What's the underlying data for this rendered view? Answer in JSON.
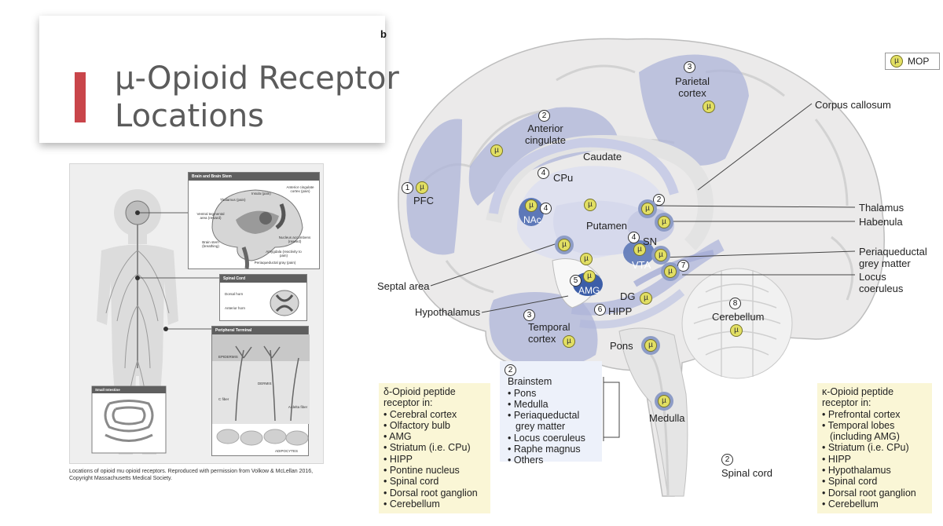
{
  "slide": {
    "title": "µ-Opioid Receptor Locations"
  },
  "left_figure": {
    "caption": "Locations of opioid mu opioid receptors. Reproduced with permission from Volkow & McLellan 2016, Copyright Massachusetts Medical Society.",
    "panels": {
      "brain": {
        "title": "Brain and Brain Stem",
        "labels": [
          "Thalamus (pain)",
          "Insula (pain)",
          "Anterior cingulate cortex (pain)",
          "Ventral tegmental area (reward)",
          "Nucleus accumbens (reward)",
          "Brain stem (breathing)",
          "Amygdala (reactivity to pain)",
          "Periaqueductal gray (pain)"
        ]
      },
      "spinal": {
        "title": "Spinal Cord",
        "labels": [
          "Dorsal horn",
          "Anterior horn"
        ]
      },
      "peripheral": {
        "title": "Peripheral Terminal",
        "labels": [
          "EPIDERMIS",
          "DERMIS",
          "C fiber",
          "A-delta fiber",
          "ADIPOCYTES"
        ]
      },
      "intestine": {
        "title": "Small Intestine"
      }
    }
  },
  "diagram": {
    "panel_label": "b",
    "legend": {
      "symbol": "µ",
      "label": "MOP"
    },
    "mu_symbol": "µ",
    "regions": {
      "parietal": "Parietal cortex",
      "anterior_cingulate": "Anterior cingulate",
      "caudate": "Caudate",
      "cpu": "CPu",
      "pfc": "PFC",
      "nac": "NAc",
      "putamen": "Putamen",
      "sn": "SN",
      "vta": "VTA",
      "amg": "AMG",
      "dg": "DG",
      "hipp": "HIPP",
      "temporal": "Temporal cortex",
      "cerebellum": "Cerebellum",
      "pons": "Pons",
      "medulla": "Medulla",
      "spinal_cord": "Spinal cord"
    },
    "callouts": {
      "corpus_callosum": "Corpus callosum",
      "thalamus": "Thalamus",
      "habenula": "Habenula",
      "periaqueductal": "Periaqueductal grey matter",
      "locus": "Locus coeruleus",
      "septal": "Septal area",
      "hypothalamus": "Hypothalamus"
    },
    "numbers": {
      "pfc": "1",
      "anterior_cingulate": "2",
      "parietal": "3",
      "cpu": "4",
      "nac": "4",
      "sn": "4",
      "thalamus": "2",
      "amg": "5",
      "hipp": "6",
      "locus": "7",
      "temporal": "3",
      "cerebellum": "8",
      "brainstem": "2",
      "spinal_cord": "2"
    },
    "brainstem_box": {
      "title": "Brainstem",
      "items": [
        "• Pons",
        "• Medulla",
        "• Periaqueductal",
        "grey matter",
        "• Locus coeruleus",
        "• Raphe magnus",
        "• Others"
      ]
    },
    "delta_box": {
      "title_lines": [
        "δ-Opioid peptide",
        "receptor in:"
      ],
      "items": [
        "• Cerebral cortex",
        "• Olfactory bulb",
        "• AMG",
        "• Striatum (i.e. CPu)",
        "• HIPP",
        "• Pontine nucleus",
        "• Spinal cord",
        "• Dorsal root ganglion",
        "• Cerebellum"
      ]
    },
    "kappa_box": {
      "title_lines": [
        "κ-Opioid peptide",
        "receptor in:"
      ],
      "items": [
        "• Prefrontal cortex",
        "• Temporal lobes",
        "(including AMG)",
        "• Striatum (i.e. CPu)",
        "• HIPP",
        "• Hypothalamus",
        "• Spinal cord",
        "• Dorsal root ganglion",
        "• Cerebellum"
      ]
    }
  }
}
